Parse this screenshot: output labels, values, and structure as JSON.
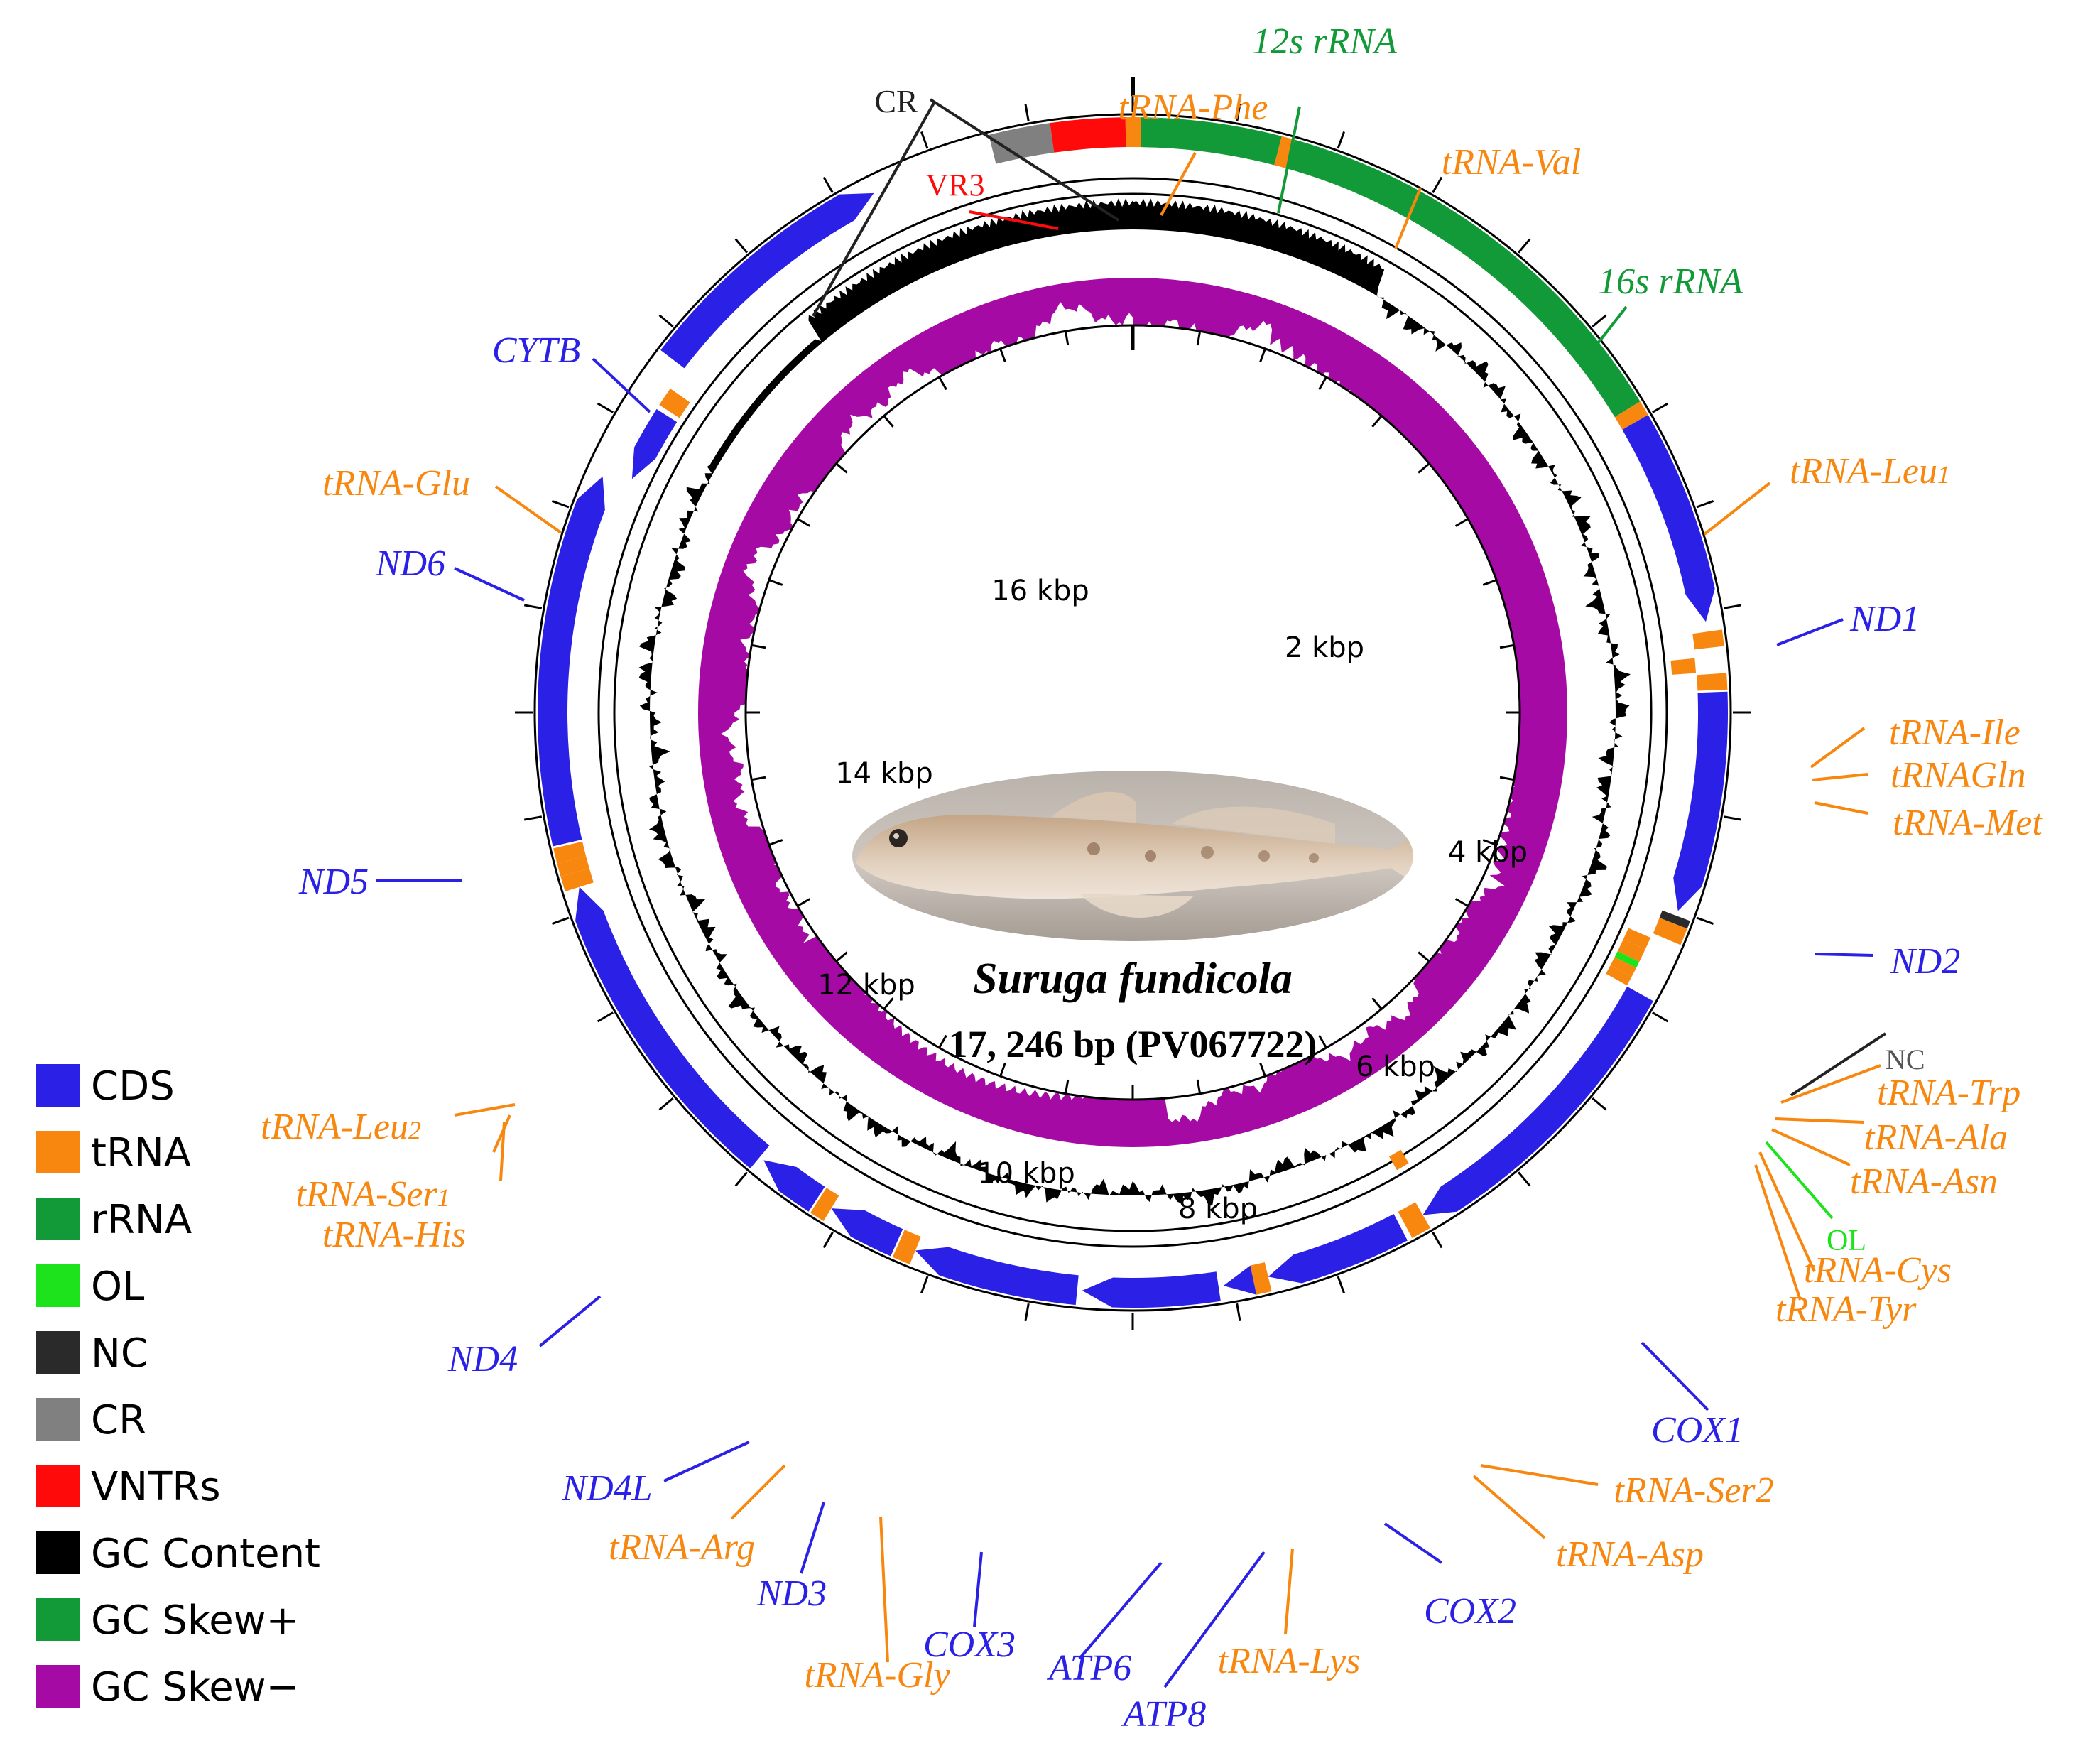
{
  "colors": {
    "CDS": "#2a20e6",
    "tRNA": "#f7870f",
    "rRNA": "#119a37",
    "OL": "#1ce31c",
    "NC": "#2a2a2a",
    "CR": "#808080",
    "VNTRs": "#ff0a0a",
    "GCContent": "#000000",
    "GCSkewPlus": "#119a37",
    "GCSkewMinus": "#a50aa5"
  },
  "center": {
    "species": "Suruga fundicola",
    "info": "17, 246 bp (PV067722)"
  },
  "kbp_labels": [
    "2 kbp",
    "4 kbp",
    "6 kbp",
    "8 kbp",
    "10 kbp",
    "12 kbp",
    "14 kbp",
    "16 kbp"
  ],
  "labels": {
    "CR": "CR",
    "VR3": "VR3",
    "tRNA_Phe": "tRNA-Phe",
    "rRNA12s": "12s rRNA",
    "tRNA_Val": "tRNA-Val",
    "rRNA16s": "16s rRNA",
    "tRNA_Leu1": "tRNA-Leu",
    "tRNA_Leu1_sub": "1",
    "ND1": "ND1",
    "tRNA_Ile": "tRNA-Ile",
    "tRNA_Gln": "tRNAGln",
    "tRNA_Met": "tRNA-Met",
    "ND2": "ND2",
    "NC": "NC",
    "tRNA_Trp": "tRNA-Trp",
    "tRNA_Ala": "tRNA-Ala",
    "tRNA_Asn": "tRNA-Asn",
    "OL": "OL",
    "tRNA_Cys": "tRNA-Cys",
    "tRNA_Tyr": "tRNA-Tyr",
    "COX1": "COX1",
    "tRNA_Ser2": "tRNA-Ser2",
    "tRNA_Asp": "tRNA-Asp",
    "COX2": "COX2",
    "tRNA_Lys": "tRNA-Lys",
    "ATP8": "ATP8",
    "ATP6": "ATP6",
    "COX3": "COX3",
    "tRNA_Gly": "tRNA-Gly",
    "ND3": "ND3",
    "tRNA_Arg": "tRNA-Arg",
    "ND4L": "ND4L",
    "ND4": "ND4",
    "tRNA_His": "tRNA-His",
    "tRNA_Ser1": "tRNA-Ser",
    "tRNA_Ser1_sub": "1",
    "tRNA_Leu2": "tRNA-Leu",
    "tRNA_Leu2_sub": "2",
    "ND5": "ND5",
    "ND6": "ND6",
    "tRNA_Glu": "tRNA-Glu",
    "CYTB": "CYTB"
  },
  "legend": [
    {
      "label": "CDS",
      "color": "#2a20e6"
    },
    {
      "label": "tRNA",
      "color": "#f7870f"
    },
    {
      "label": "rRNA",
      "color": "#119a37"
    },
    {
      "label": "OL",
      "color": "#1ce31c"
    },
    {
      "label": "NC",
      "color": "#2a2a2a"
    },
    {
      "label": "CR",
      "color": "#808080"
    },
    {
      "label": "VNTRs",
      "color": "#ff0a0a"
    },
    {
      "label": "GC Content",
      "color": "#000000"
    },
    {
      "label": "GC Skew+",
      "color": "#119a37"
    },
    {
      "label": "GC Skew−",
      "color": "#a50aa5"
    }
  ]
}
